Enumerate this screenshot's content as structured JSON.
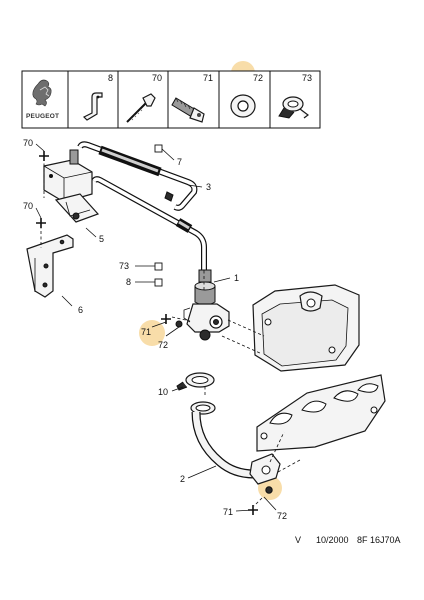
{
  "brand": {
    "name": "PEUGEOT"
  },
  "header_parts": [
    {
      "ref": "8"
    },
    {
      "ref": "70"
    },
    {
      "ref": "71"
    },
    {
      "ref": "72"
    },
    {
      "ref": "73"
    }
  ],
  "callouts": {
    "p70_top": "70",
    "p7": "7",
    "p3": "3",
    "p70_mid": "70",
    "p5": "5",
    "p73": "73",
    "p8": "8",
    "p1": "1",
    "p6": "6",
    "p71_mid": "71",
    "p72_mid": "72",
    "p10": "10",
    "p2": "2",
    "p71_bot": "71",
    "p72_bot": "72"
  },
  "footer": {
    "variant": "V",
    "date": "10/2000",
    "reference": "8F 16J70A"
  },
  "colors": {
    "highlight": "#f6d28c",
    "ink": "#111111"
  }
}
